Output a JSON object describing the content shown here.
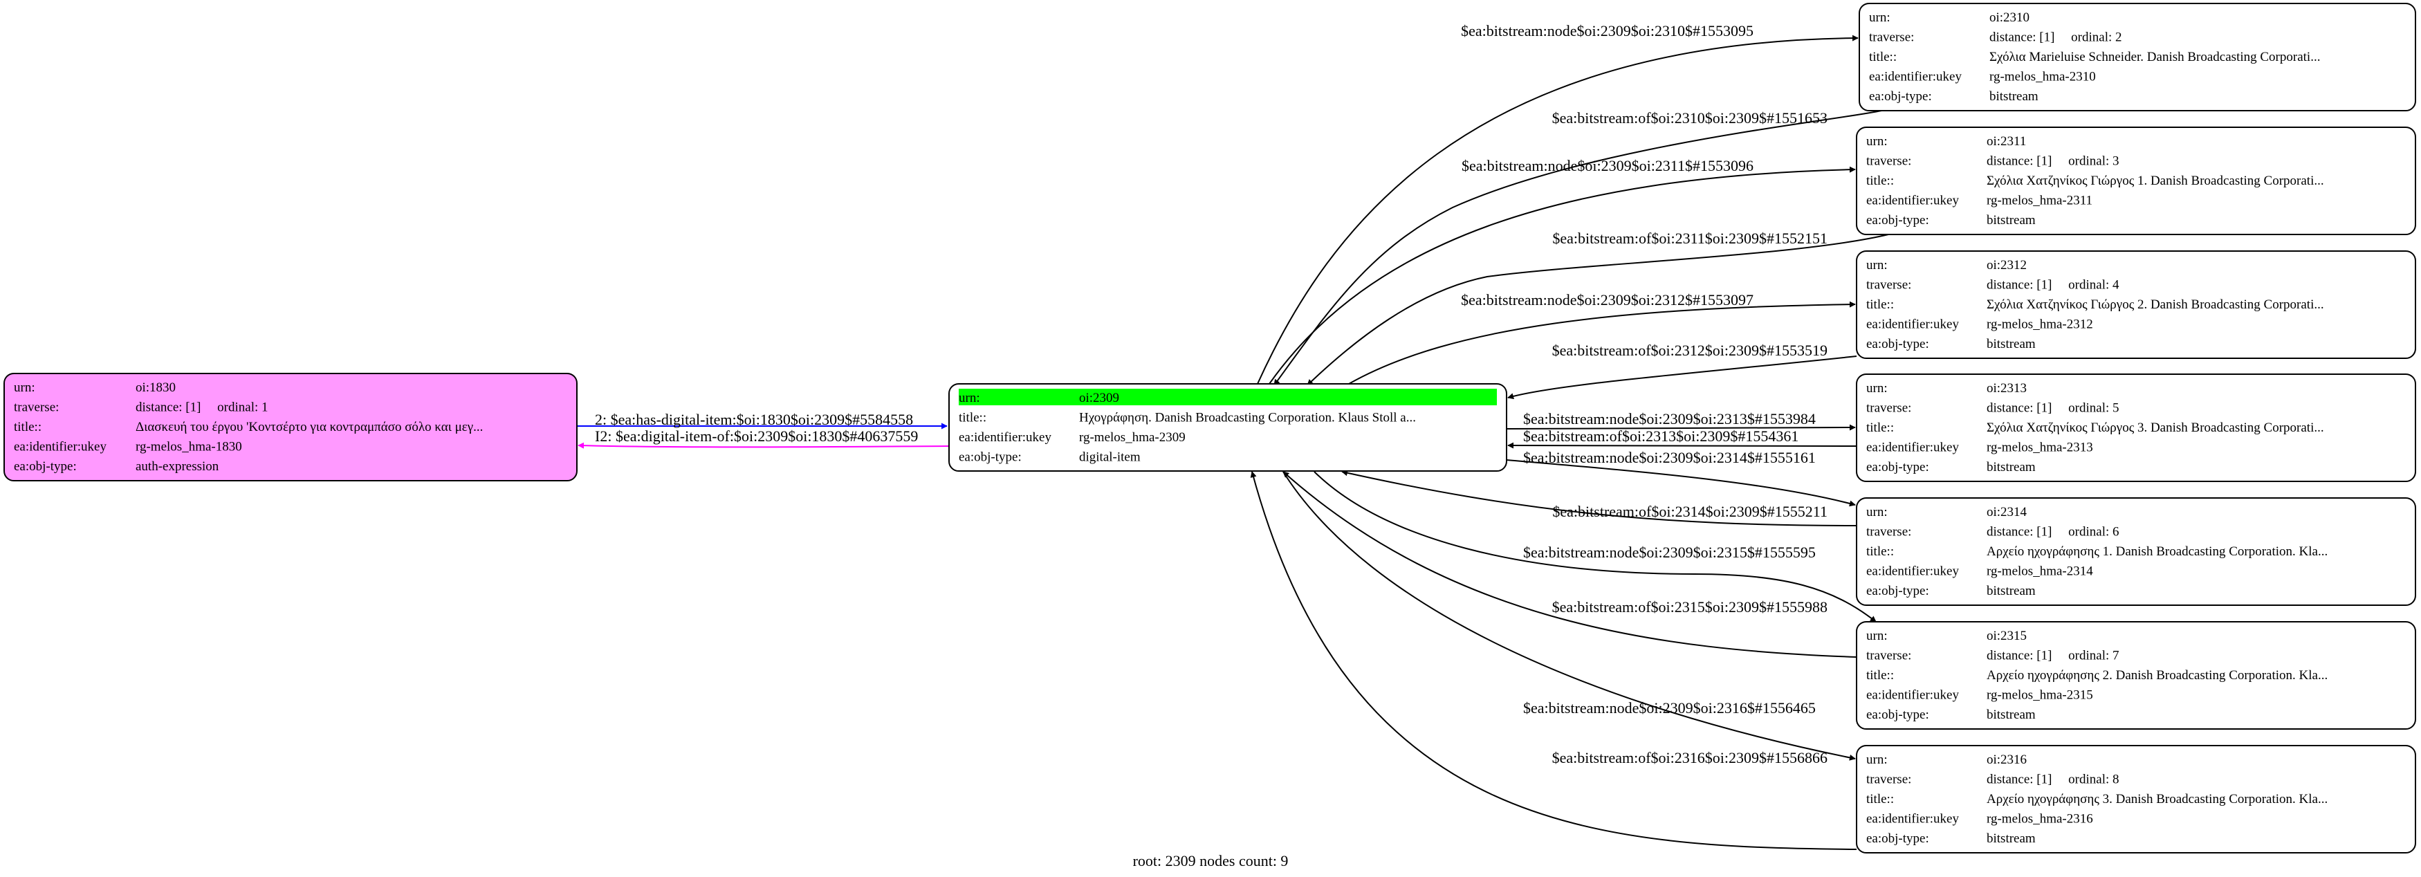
{
  "footer": "root: 2309 nodes count: 9",
  "colors": {
    "auth_node_fill": "#ff99ff",
    "highlight": "#00ff00",
    "edge_default": "#000000",
    "edge_has_item": "#0000ff",
    "edge_item_of": "#ff00ff"
  },
  "nodes": [
    {
      "id": "oi1830",
      "rows": [
        {
          "key": "urn:",
          "value": "oi:1830"
        },
        {
          "key": "traverse:",
          "value": "distance: [1]     ordinal: 1"
        },
        {
          "key": "title::",
          "value": "Διασκευή του έργου 'Κοντσέρτο για κοντραμπάσο σόλο και μεγ..."
        },
        {
          "key": "ea:identifier:ukey",
          "value": "rg-melos_hma-1830"
        },
        {
          "key": "ea:obj-type:",
          "value": "auth-expression"
        }
      ]
    },
    {
      "id": "oi2309",
      "rows": [
        {
          "key": "urn:",
          "value": "oi:2309"
        },
        {
          "key": "title::",
          "value": "Ηχογράφηση. Danish Broadcasting Corporation. Klaus Stoll a..."
        },
        {
          "key": "ea:identifier:ukey",
          "value": "rg-melos_hma-2309"
        },
        {
          "key": "ea:obj-type:",
          "value": "digital-item"
        }
      ]
    },
    {
      "id": "oi2310",
      "rows": [
        {
          "key": "urn:",
          "value": "oi:2310"
        },
        {
          "key": "traverse:",
          "value": "distance: [1]     ordinal: 2"
        },
        {
          "key": "title::",
          "value": "Σχόλια Marieluise Schneider. Danish Broadcasting Corporati..."
        },
        {
          "key": "ea:identifier:ukey",
          "value": "rg-melos_hma-2310"
        },
        {
          "key": "ea:obj-type:",
          "value": "bitstream"
        }
      ]
    },
    {
      "id": "oi2311",
      "rows": [
        {
          "key": "urn:",
          "value": "oi:2311"
        },
        {
          "key": "traverse:",
          "value": "distance: [1]     ordinal: 3"
        },
        {
          "key": "title::",
          "value": "Σχόλια Χατζηνίκος Γιώργος 1. Danish Broadcasting Corporati..."
        },
        {
          "key": "ea:identifier:ukey",
          "value": "rg-melos_hma-2311"
        },
        {
          "key": "ea:obj-type:",
          "value": "bitstream"
        }
      ]
    },
    {
      "id": "oi2312",
      "rows": [
        {
          "key": "urn:",
          "value": "oi:2312"
        },
        {
          "key": "traverse:",
          "value": "distance: [1]     ordinal: 4"
        },
        {
          "key": "title::",
          "value": "Σχόλια Χατζηνίκος Γιώργος 2. Danish Broadcasting Corporati..."
        },
        {
          "key": "ea:identifier:ukey",
          "value": "rg-melos_hma-2312"
        },
        {
          "key": "ea:obj-type:",
          "value": "bitstream"
        }
      ]
    },
    {
      "id": "oi2313",
      "rows": [
        {
          "key": "urn:",
          "value": "oi:2313"
        },
        {
          "key": "traverse:",
          "value": "distance: [1]     ordinal: 5"
        },
        {
          "key": "title::",
          "value": "Σχόλια Χατζηνίκος Γιώργος 3. Danish Broadcasting Corporati..."
        },
        {
          "key": "ea:identifier:ukey",
          "value": "rg-melos_hma-2313"
        },
        {
          "key": "ea:obj-type:",
          "value": "bitstream"
        }
      ]
    },
    {
      "id": "oi2314",
      "rows": [
        {
          "key": "urn:",
          "value": "oi:2314"
        },
        {
          "key": "traverse:",
          "value": "distance: [1]     ordinal: 6"
        },
        {
          "key": "title::",
          "value": "Αρχείο ηχογράφησης 1. Danish Broadcasting Corporation. Kla..."
        },
        {
          "key": "ea:identifier:ukey",
          "value": "rg-melos_hma-2314"
        },
        {
          "key": "ea:obj-type:",
          "value": "bitstream"
        }
      ]
    },
    {
      "id": "oi2315",
      "rows": [
        {
          "key": "urn:",
          "value": "oi:2315"
        },
        {
          "key": "traverse:",
          "value": "distance: [1]     ordinal: 7"
        },
        {
          "key": "title::",
          "value": "Αρχείο ηχογράφησης 2. Danish Broadcasting Corporation. Kla..."
        },
        {
          "key": "ea:identifier:ukey",
          "value": "rg-melos_hma-2315"
        },
        {
          "key": "ea:obj-type:",
          "value": "bitstream"
        }
      ]
    },
    {
      "id": "oi2316",
      "rows": [
        {
          "key": "urn:",
          "value": "oi:2316"
        },
        {
          "key": "traverse:",
          "value": "distance: [1]     ordinal: 8"
        },
        {
          "key": "title::",
          "value": "Αρχείο ηχογράφησης 3. Danish Broadcasting Corporation. Kla..."
        },
        {
          "key": "ea:identifier:ukey",
          "value": "rg-melos_hma-2316"
        },
        {
          "key": "ea:obj-type:",
          "value": "bitstream"
        }
      ]
    }
  ],
  "edges": [
    {
      "from": "oi1830",
      "to": "oi2309",
      "label": "2: $ea:has-digital-item:$oi:1830$oi:2309$#5584558"
    },
    {
      "from": "oi2309",
      "to": "oi1830",
      "label": "I2: $ea:digital-item-of:$oi:2309$oi:1830$#40637559"
    },
    {
      "from": "oi2309",
      "to": "oi2310",
      "label": "$ea:bitstream:node$oi:2309$oi:2310$#1553095"
    },
    {
      "from": "oi2310",
      "to": "oi2309",
      "label": "$ea:bitstream:of$oi:2310$oi:2309$#1551653"
    },
    {
      "from": "oi2309",
      "to": "oi2311",
      "label": "$ea:bitstream:node$oi:2309$oi:2311$#1553096"
    },
    {
      "from": "oi2311",
      "to": "oi2309",
      "label": "$ea:bitstream:of$oi:2311$oi:2309$#1552151"
    },
    {
      "from": "oi2309",
      "to": "oi2312",
      "label": "$ea:bitstream:node$oi:2309$oi:2312$#1553097"
    },
    {
      "from": "oi2312",
      "to": "oi2309",
      "label": "$ea:bitstream:of$oi:2312$oi:2309$#1553519"
    },
    {
      "from": "oi2309",
      "to": "oi2313",
      "label": "$ea:bitstream:node$oi:2309$oi:2313$#1553984"
    },
    {
      "from": "oi2313",
      "to": "oi2309",
      "label": "$ea:bitstream:of$oi:2313$oi:2309$#1554361"
    },
    {
      "from": "oi2309",
      "to": "oi2314",
      "label": "$ea:bitstream:node$oi:2309$oi:2314$#1555161"
    },
    {
      "from": "oi2314",
      "to": "oi2309",
      "label": "$ea:bitstream:of$oi:2314$oi:2309$#1555211"
    },
    {
      "from": "oi2309",
      "to": "oi2315",
      "label": "$ea:bitstream:node$oi:2309$oi:2315$#1555595"
    },
    {
      "from": "oi2315",
      "to": "oi2309",
      "label": "$ea:bitstream:of$oi:2315$oi:2309$#1555988"
    },
    {
      "from": "oi2309",
      "to": "oi2316",
      "label": "$ea:bitstream:node$oi:2309$oi:2316$#1556465"
    },
    {
      "from": "oi2316",
      "to": "oi2309",
      "label": "$ea:bitstream:of$oi:2316$oi:2309$#1556866"
    }
  ]
}
